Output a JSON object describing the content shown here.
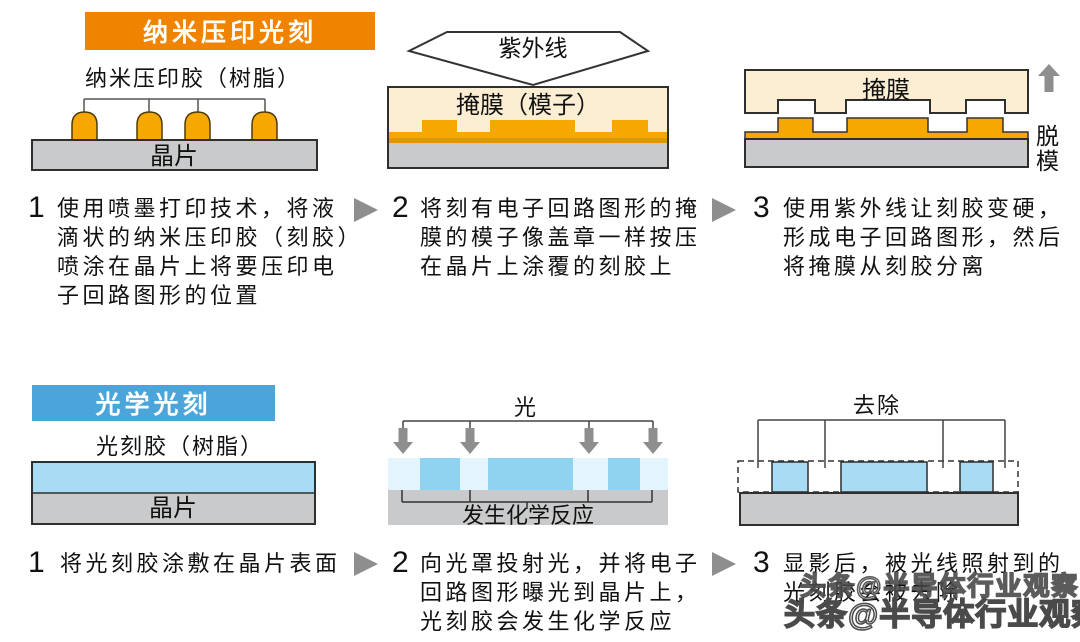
{
  "colors": {
    "nano_header_bg": "#F08300",
    "optical_header_bg": "#4BA4DA",
    "resist_orange": "#F6A800",
    "resist_orange_dark": "#DD9900",
    "mask_cream": "#FBEED3",
    "wafer_gray": "#C9CACB",
    "resist_blue": "#A8DCF4",
    "exposed_pale_blue": "#E4F4FC",
    "exposed_block_blue": "#8FD3F1",
    "arrow_gray": "#8E8E8E"
  },
  "nano": {
    "header": "纳米压印光刻",
    "resist_label": "纳米压印胶（树脂）",
    "wafer_label": "晶片",
    "uv_label": "紫外线",
    "mask_mold_label": "掩膜（模子）",
    "mask_label": "掩膜",
    "demold_label": "脱模",
    "steps": [
      {
        "num": "1",
        "text": "使用喷墨打印技术，将液滴状的纳米压印胶（刻胶）喷涂在晶片上将要压印电子回路图形的位置"
      },
      {
        "num": "2",
        "text": "将刻有电子回路图形的掩膜的模子像盖章一样按压在晶片上涂覆的刻胶上"
      },
      {
        "num": "3",
        "text": "使用紫外线让刻胶变硬，形成电子回路图形，然后将掩膜从刻胶分离"
      }
    ]
  },
  "optical": {
    "header": "光学光刻",
    "resist_label": "光刻胶（树脂）",
    "wafer_label": "晶片",
    "light_label": "光",
    "reaction_label": "发生化学反应",
    "removal_label": "去除",
    "steps": [
      {
        "num": "1",
        "text": "将光刻胶涂敷在晶片表面"
      },
      {
        "num": "2",
        "text": "向光罩投射光，并将电子回路图形曝光到晶片上，光刻胶会发生化学反应"
      },
      {
        "num": "3",
        "text": "显影后，被光线照射到的光刻胶会被去除"
      }
    ]
  },
  "watermark": {
    "line1": "头条@半导体行业观察",
    "line2": "头条@半导体行业观察"
  }
}
